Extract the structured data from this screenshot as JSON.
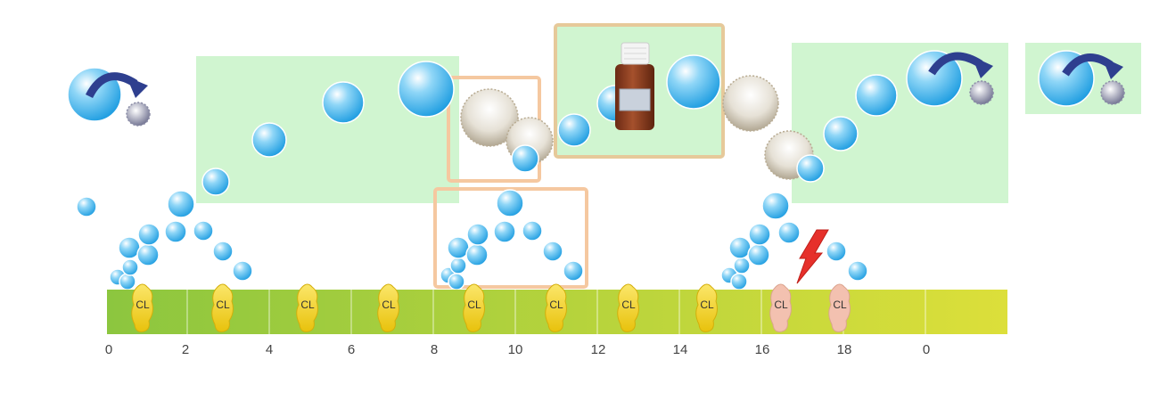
{
  "timeline": {
    "tick_labels": [
      "0",
      "2",
      "4",
      "6",
      "8",
      "10",
      "12",
      "14",
      "16",
      "18",
      "0"
    ]
  },
  "corpus_luteum": {
    "label": "CL",
    "count": 10,
    "faded_last": 2
  },
  "colors": {
    "follicle": "#2fa9e6",
    "regressing": "#d8d2c4",
    "green_window": "#c8f3c8",
    "orange_box": "#f5c8a0",
    "gold_box": "#e6c99a",
    "timeline_start": "#8cc63f",
    "timeline_end": "#dcdf3a",
    "cl_yellow": "#f2d21a",
    "cl_pink": "#f3c1b0",
    "arrow": "#2e3f8f",
    "bolt": "#e6302b",
    "bottle": "#8b3a1f"
  },
  "icons": [
    "curved-arrow-icon",
    "lightning-bolt-icon",
    "medicine-bottle-icon"
  ]
}
